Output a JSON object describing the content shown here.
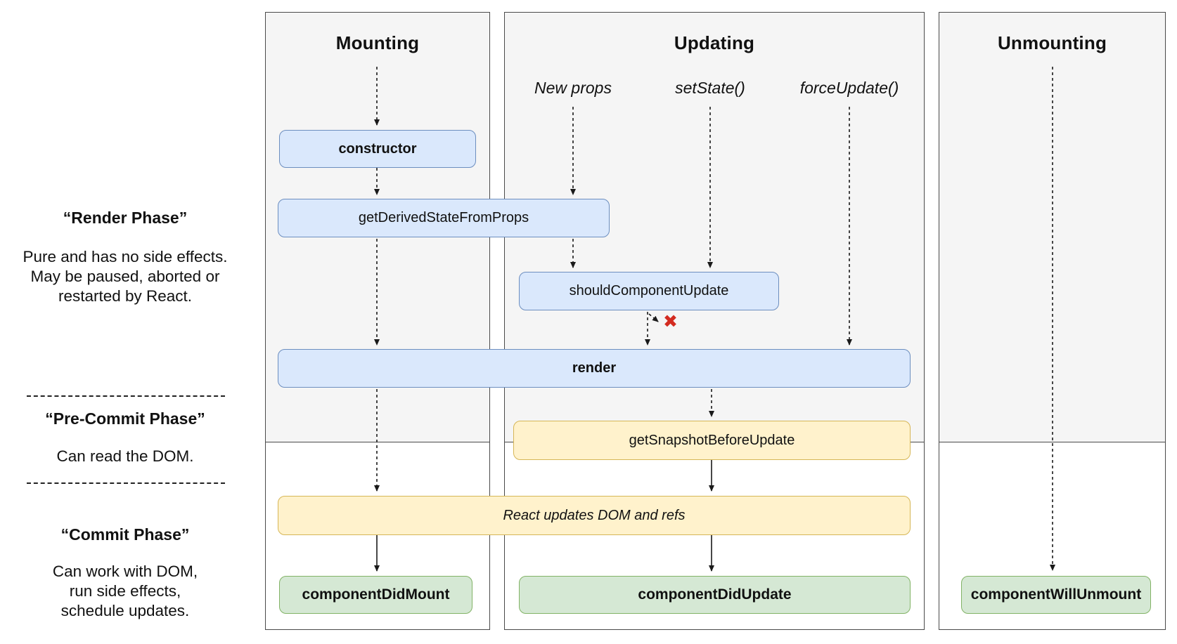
{
  "sidebar": {
    "render_phase": {
      "title": "“Render Phase”",
      "lines": [
        "Pure and has no side effects.",
        "May be paused, aborted or",
        "restarted by React."
      ]
    },
    "pre_commit_phase": {
      "title": "“Pre-Commit Phase”",
      "lines": [
        "Can read the DOM."
      ]
    },
    "commit_phase": {
      "title": "“Commit Phase”",
      "lines": [
        "Can work with DOM,",
        "run side effects,",
        "schedule updates."
      ]
    }
  },
  "columns": {
    "mounting": "Mounting",
    "updating": "Updating",
    "unmounting": "Unmounting"
  },
  "triggers": {
    "new_props": "New props",
    "set_state": "setState()",
    "force_update": "forceUpdate()"
  },
  "nodes": {
    "constructor": "constructor",
    "get_derived_state_from_props": "getDerivedStateFromProps",
    "should_component_update": "shouldComponentUpdate",
    "render": "render",
    "get_snapshot_before_update": "getSnapshotBeforeUpdate",
    "react_updates_dom": "React updates DOM and refs",
    "component_did_mount": "componentDidMount",
    "component_did_update": "componentDidUpdate",
    "component_will_unmount": "componentWillUnmount"
  },
  "icons": {
    "no_update_x": "✖"
  },
  "colors": {
    "lifecycle_method_fill": "#dae8fc",
    "lifecycle_method_border": "#6c8ebf",
    "side_effect_fill": "#fff2cc",
    "side_effect_border": "#d6b656",
    "commit_method_fill": "#d5e8d4",
    "commit_method_border": "#82b366",
    "render_phase_background": "#f5f5f5",
    "no_update_x": "#d32b20"
  }
}
